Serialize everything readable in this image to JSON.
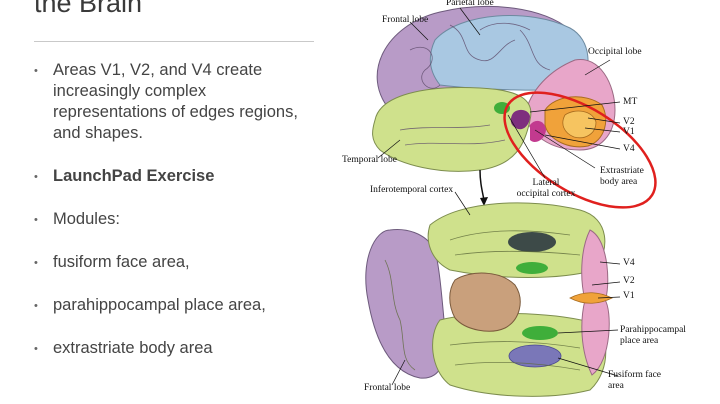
{
  "slide": {
    "title": "the Brain",
    "bullets": [
      {
        "text": "Areas V1, V2, and V4 create increasingly complex representations of edges regions, and shapes.",
        "bold": false
      },
      {
        "text": "LaunchPad Exercise",
        "bold": true
      },
      {
        "text": "Modules:",
        "bold": false
      },
      {
        "text": "fusiform face area,",
        "bold": false
      },
      {
        "text": "parahippocampal place area,",
        "bold": false
      },
      {
        "text": "extrastriate body area",
        "bold": false
      }
    ],
    "bullet_glyph": "•"
  },
  "figure": {
    "labels": {
      "parietal_lobe": "Parietal lobe",
      "frontal_lobe_top": "Frontal lobe",
      "occipital_lobe": "Occipital lobe",
      "mt": "MT",
      "v2_top": "V2",
      "v1_top": "V1",
      "v4_top": "V4",
      "temporal_lobe": "Temporal lobe",
      "extrastriate_line1": "Extrastriate",
      "extrastriate_line2": "body area",
      "lateral_line1": "Lateral",
      "lateral_line2": "occipital cortex",
      "inferotemporal": "Inferotemporal cortex",
      "v4_bottom": "V4",
      "v2_bottom": "V2",
      "v1_bottom": "V1",
      "parahippocampal_line1": "Parahippocampal",
      "parahippocampal_line2": "place area",
      "fusiform_line1": "Fusiform face",
      "fusiform_line2": "area",
      "frontal_lobe_bottom": "Frontal lobe"
    },
    "colors": {
      "frontal": "#b89bc7",
      "parietal": "#a9c8e2",
      "temporal": "#cfe18c",
      "occipital": "#e8a6c9",
      "v1": "#f0a23a",
      "mt": "#7e2f7e",
      "highlight_ellipse": "#e0201e"
    }
  }
}
